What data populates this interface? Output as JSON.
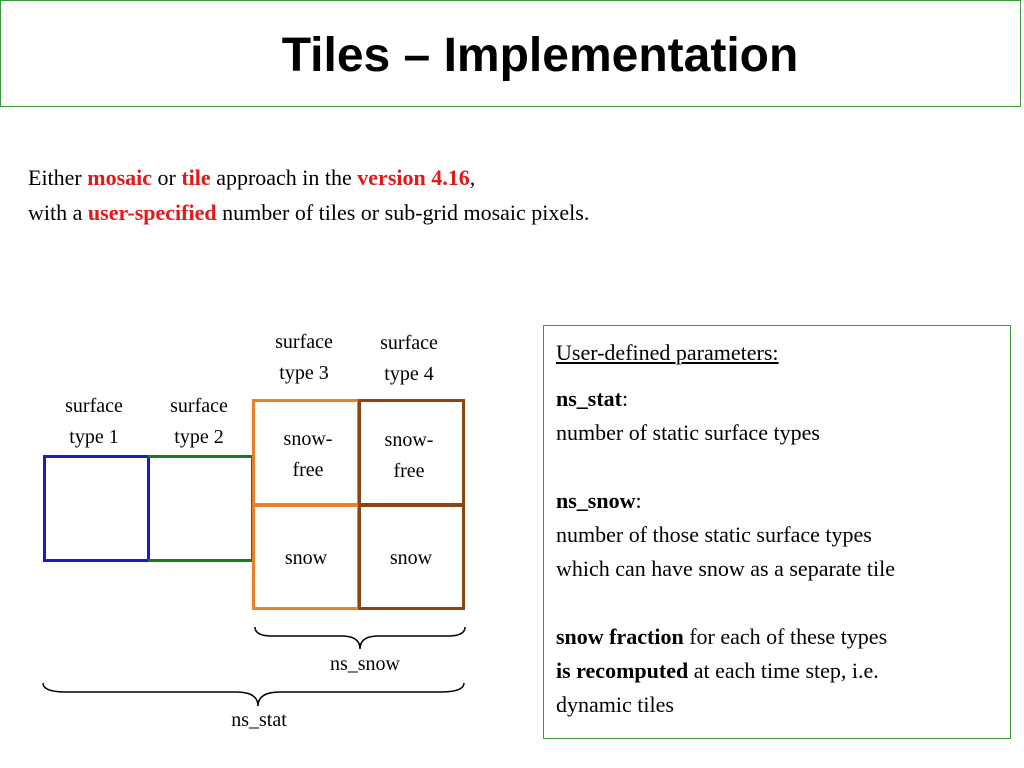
{
  "title": "Tiles – Implementation",
  "intro": {
    "line1": [
      "Either ",
      "mosaic",
      " or ",
      "tile",
      " approach in the ",
      "version 4.16",
      ","
    ],
    "line2": [
      "with a ",
      "user-specified",
      " number of tiles or sub-grid mosaic pixels."
    ]
  },
  "colors": {
    "frame": "#3a9a3a",
    "highlight": "#e11919",
    "surface_type_1": "#1a1acc",
    "surface_type_2": "#1a7a1a",
    "surface_type_3": "#e8802a",
    "surface_type_4": "#8b4513"
  },
  "diagram": {
    "surface_type_1": [
      "surface",
      "type 1"
    ],
    "surface_type_2": [
      "surface",
      "type 2"
    ],
    "surface_type_3": [
      "surface",
      "type 3"
    ],
    "surface_type_4": [
      "surface",
      "type 4"
    ],
    "snow_free": [
      "snow-",
      "free"
    ],
    "snow": "snow",
    "ns_snow": "ns_snow",
    "ns_stat": "ns_stat"
  },
  "params": {
    "heading": "User-defined parameters:",
    "ns_stat_name": "ns_stat",
    "ns_stat_desc": "number of static surface types",
    "ns_snow_name": "ns_snow",
    "ns_snow_desc1": "number of those static surface types",
    "ns_snow_desc2": "which can have snow as a separate tile",
    "snow_fraction": "snow fraction",
    "snow_fraction_rest": " for each of these types",
    "recomputed": "is recomputed",
    "recomputed_rest": " at each time step, i.e.",
    "dynamic": "dynamic tiles"
  }
}
